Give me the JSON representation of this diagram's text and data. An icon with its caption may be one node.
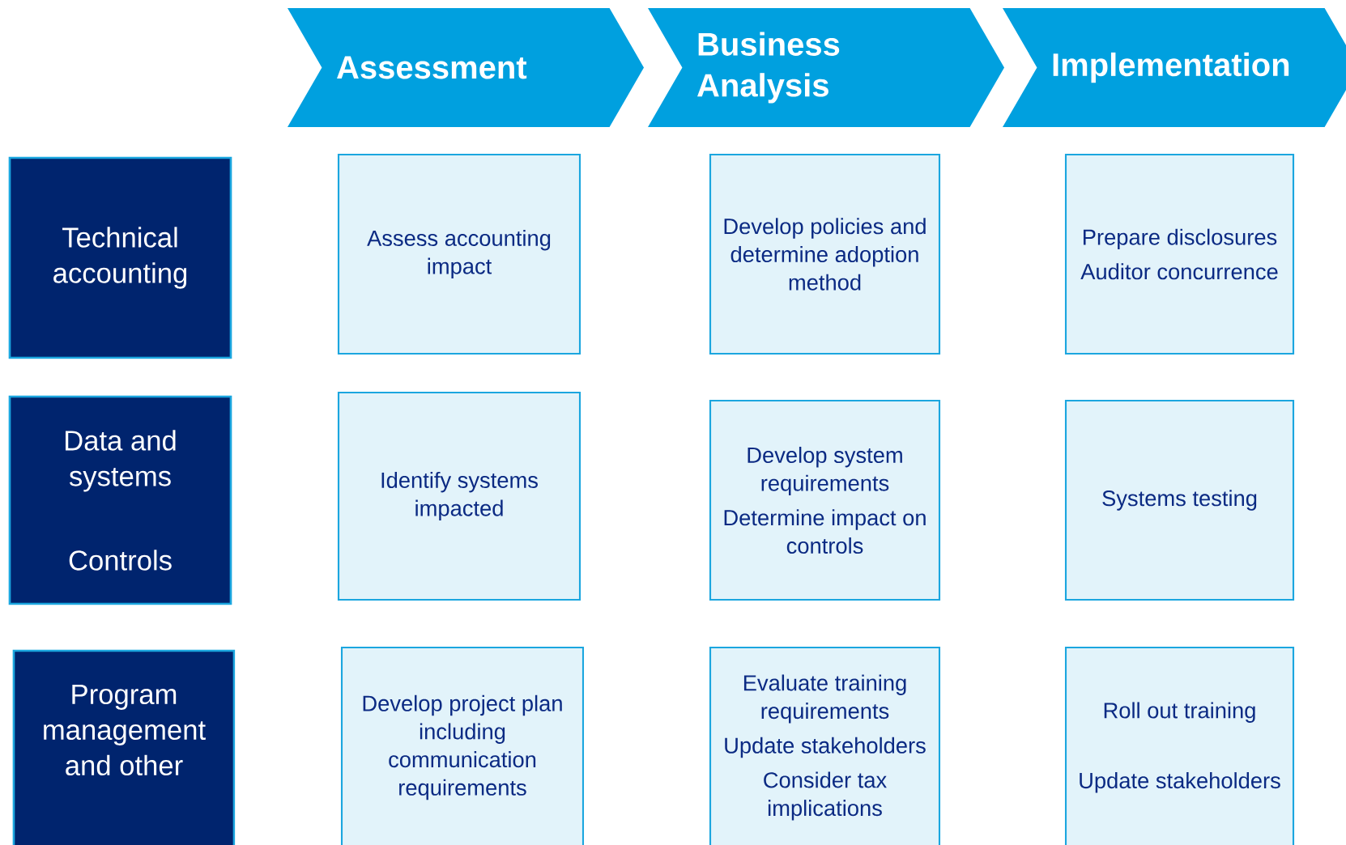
{
  "diagram": {
    "nodes": [
      {
        "text": [
          "Assessment"
        ]
      },
      {
        "text": [
          "Business Analysis"
        ]
      },
      {
        "text": [
          "Implementation"
        ]
      },
      {
        "text": [
          "Technical accounting"
        ]
      },
      {
        "text": [
          "Assess accounting impact"
        ]
      },
      {
        "text": [
          "Develop policies and determine adoption method"
        ]
      },
      {
        "text": [
          "Prepare disclosures",
          "Auditor concurrence"
        ]
      },
      {
        "text": [
          "Data and systems",
          "Controls"
        ]
      },
      {
        "text": [
          "Identify systems impacted"
        ]
      },
      {
        "text": [
          "Develop system requirements",
          "Determine impact on controls"
        ]
      },
      {
        "text": [
          "Systems testing"
        ]
      },
      {
        "text": [
          "Program management and other"
        ]
      },
      {
        "text": [
          "Develop project plan including communication requirements"
        ]
      },
      {
        "text": [
          "Evaluate training requirements",
          "Update stakeholders",
          "Consider tax implications"
        ]
      },
      {
        "text": [
          "Roll out training",
          "Update stakeholders"
        ]
      }
    ]
  }
}
